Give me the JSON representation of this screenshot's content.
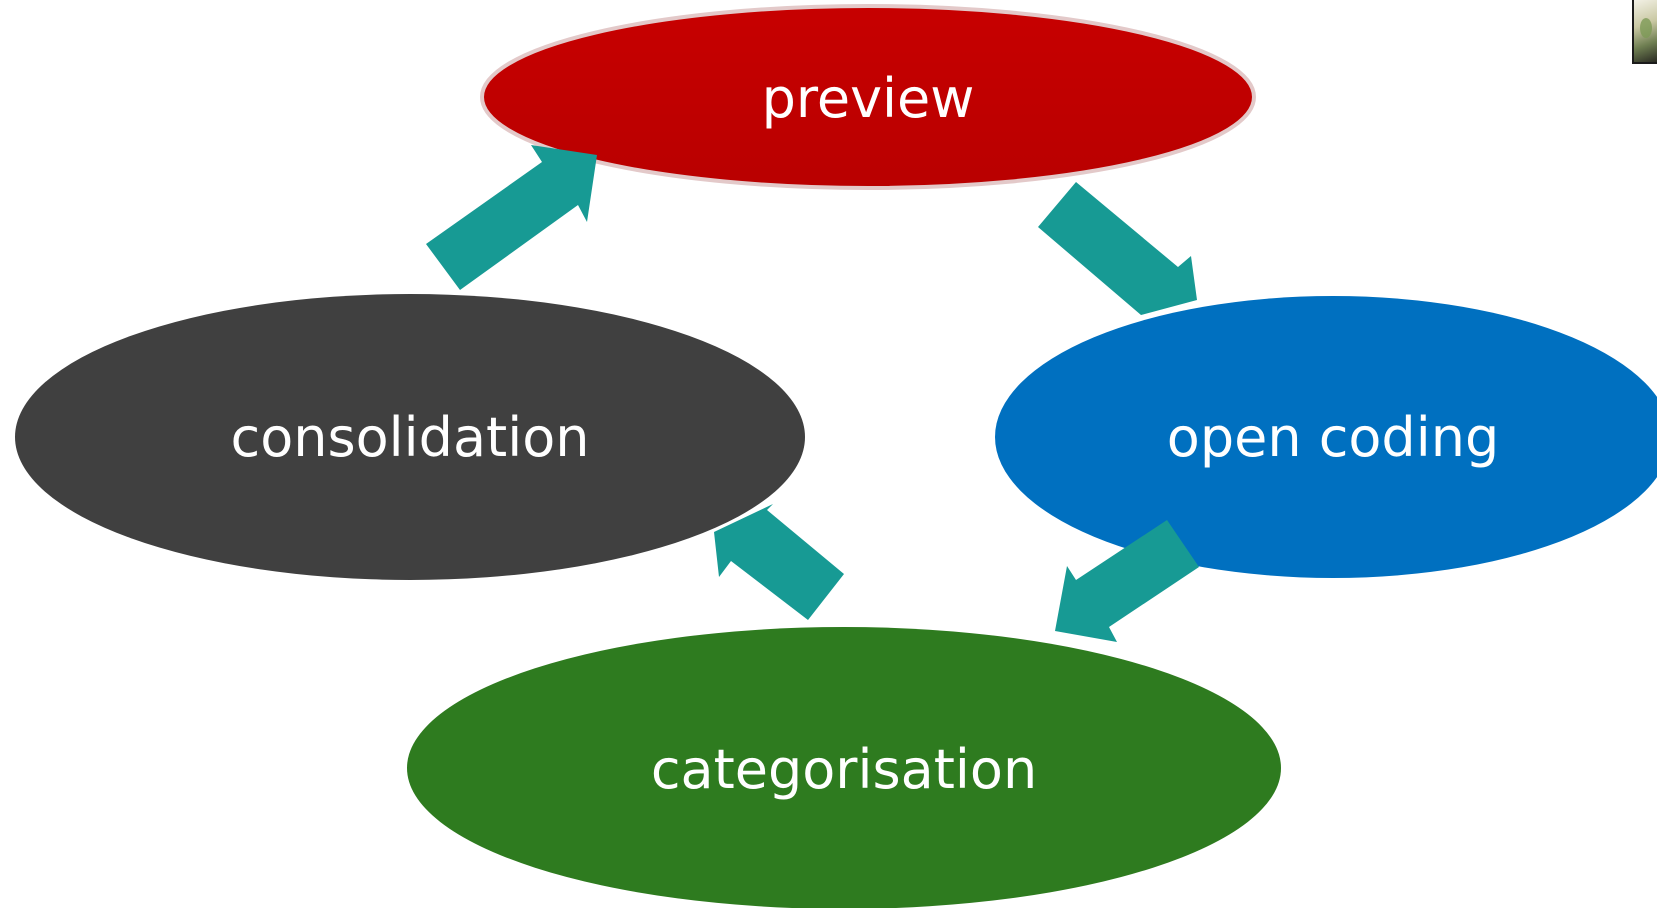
{
  "diagram": {
    "nodes": [
      {
        "id": "preview",
        "label": "preview",
        "color": "#C00000"
      },
      {
        "id": "open-coding",
        "label": "open coding",
        "color": "#0070C0"
      },
      {
        "id": "categorisation",
        "label": "categorisation",
        "color": "#2E7B1F"
      },
      {
        "id": "consolidation",
        "label": "consolidation",
        "color": "#404040"
      }
    ],
    "arrow_color": "#179A94",
    "cycle": [
      "preview",
      "open-coding",
      "categorisation",
      "consolidation",
      "preview"
    ]
  },
  "corner_image": {
    "icon": "photo-thumbnail-icon"
  }
}
